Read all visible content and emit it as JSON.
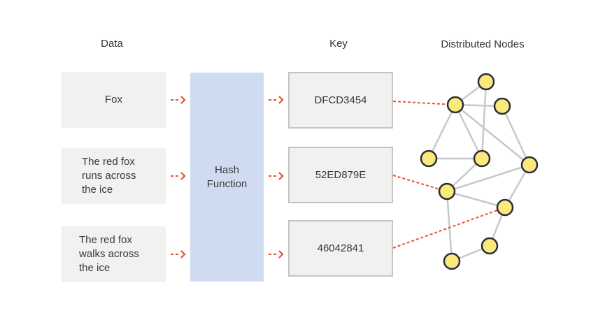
{
  "headings": {
    "data": "Data",
    "key": "Key",
    "nodes": "Distributed Nodes"
  },
  "data_items": [
    {
      "lines": [
        "Fox"
      ]
    },
    {
      "lines": [
        "The red fox",
        "runs across",
        "the ice"
      ]
    },
    {
      "lines": [
        "The red fox",
        "walks across",
        "the ice"
      ]
    }
  ],
  "hash_function": {
    "lines": [
      "Hash",
      "Function"
    ]
  },
  "keys": [
    "DFCD3454",
    "52ED879E",
    "46042841"
  ],
  "colors": {
    "arrow": "#e8542a",
    "node_fill": "#fbe97a",
    "node_stroke": "#2a2d3e",
    "edge": "#c8c8c8",
    "hash_bg": "#cfdbf0",
    "box_bg": "#f1f1f0"
  },
  "graph": {
    "nodes": [
      "A",
      "B",
      "C",
      "D",
      "E",
      "F",
      "G",
      "H",
      "I",
      "J"
    ],
    "edges": [
      [
        "A",
        "B"
      ],
      [
        "A",
        "C"
      ],
      [
        "A",
        "D"
      ],
      [
        "A",
        "E"
      ],
      [
        "A",
        "F"
      ],
      [
        "B",
        "E"
      ],
      [
        "C",
        "F"
      ],
      [
        "D",
        "E"
      ],
      [
        "E",
        "G"
      ],
      [
        "G",
        "F"
      ],
      [
        "G",
        "H"
      ],
      [
        "F",
        "H"
      ],
      [
        "G",
        "J"
      ],
      [
        "H",
        "I"
      ],
      [
        "I",
        "J"
      ]
    ],
    "key_links": [
      [
        "0",
        "A"
      ],
      [
        "1",
        "G"
      ],
      [
        "2",
        "H"
      ]
    ]
  }
}
